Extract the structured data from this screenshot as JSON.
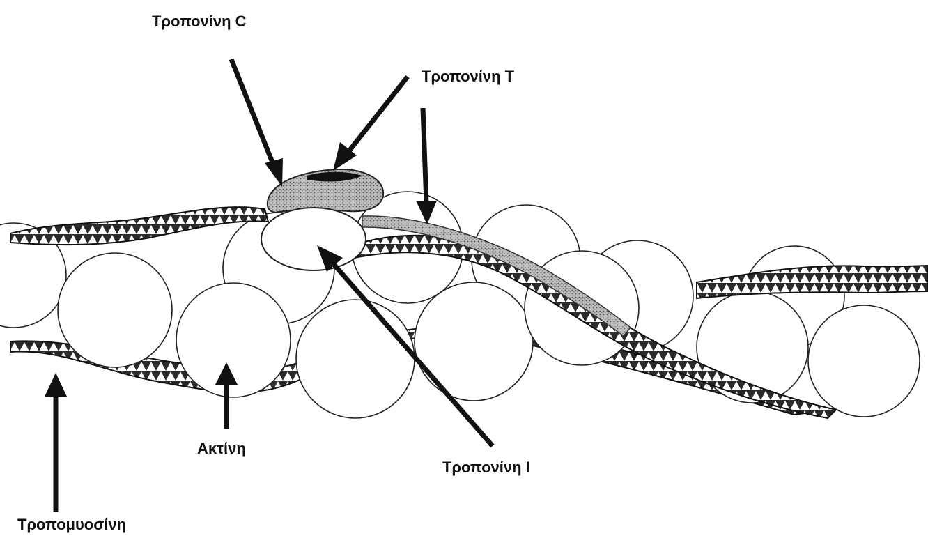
{
  "labels": {
    "troponin_c": "Τροπονίνη C",
    "troponin_t": "Τροπονίνη T",
    "troponin_i": "Τροπονίνη I",
    "actin": "Ακτίνη",
    "tropomyosin": "Τροπομυοσίνη"
  },
  "colors": {
    "ink": "#111111",
    "background": "#ffffff",
    "troponin_c_fill": "#bdbdbd",
    "troponin_t_fill": "#9a9a9a"
  }
}
